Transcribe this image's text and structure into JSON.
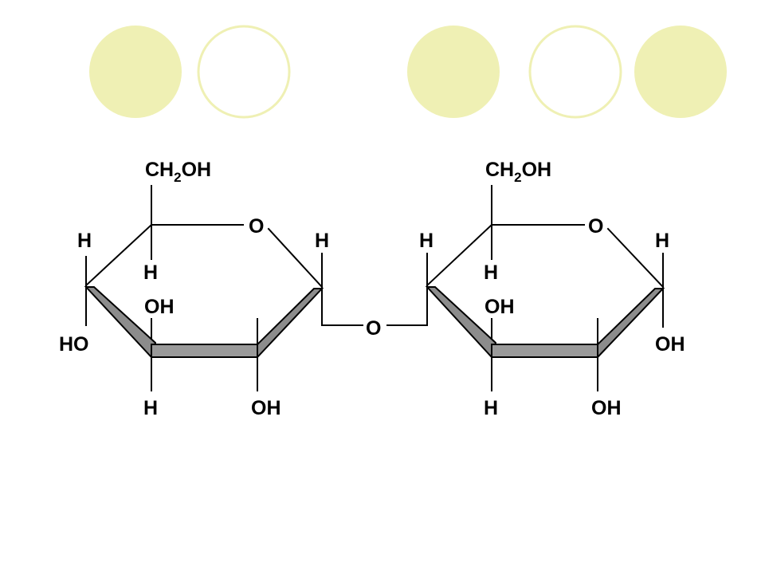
{
  "decor": {
    "filled_color": "#eff0b4",
    "outline_color": "#eff0b4",
    "circles": [
      {
        "style": "filled"
      },
      {
        "style": "outline"
      },
      {
        "style": "filled"
      },
      {
        "style": "outline"
      },
      {
        "style": "filled"
      }
    ]
  },
  "ring_left": {
    "ch2oh_prefix": "CH",
    "ch2oh_sub": "2",
    "ch2oh_suffix": "OH",
    "ring_o": "O",
    "c5_h": "H",
    "c4_h": "H",
    "c1_h": "H",
    "c4_ho": "HO",
    "c3_oh": "OH",
    "c3_h": "H",
    "c2_oh": "OH"
  },
  "linkage": {
    "o": "O"
  },
  "ring_right": {
    "ch2oh_prefix": "CH",
    "ch2oh_sub": "2",
    "ch2oh_suffix": "OH",
    "ring_o": "O",
    "c4_h_top": "H",
    "c5_h": "H",
    "c1_h": "H",
    "c3_oh": "OH",
    "c3_h": "H",
    "c2_oh": "OH",
    "c1_oh": "OH"
  }
}
